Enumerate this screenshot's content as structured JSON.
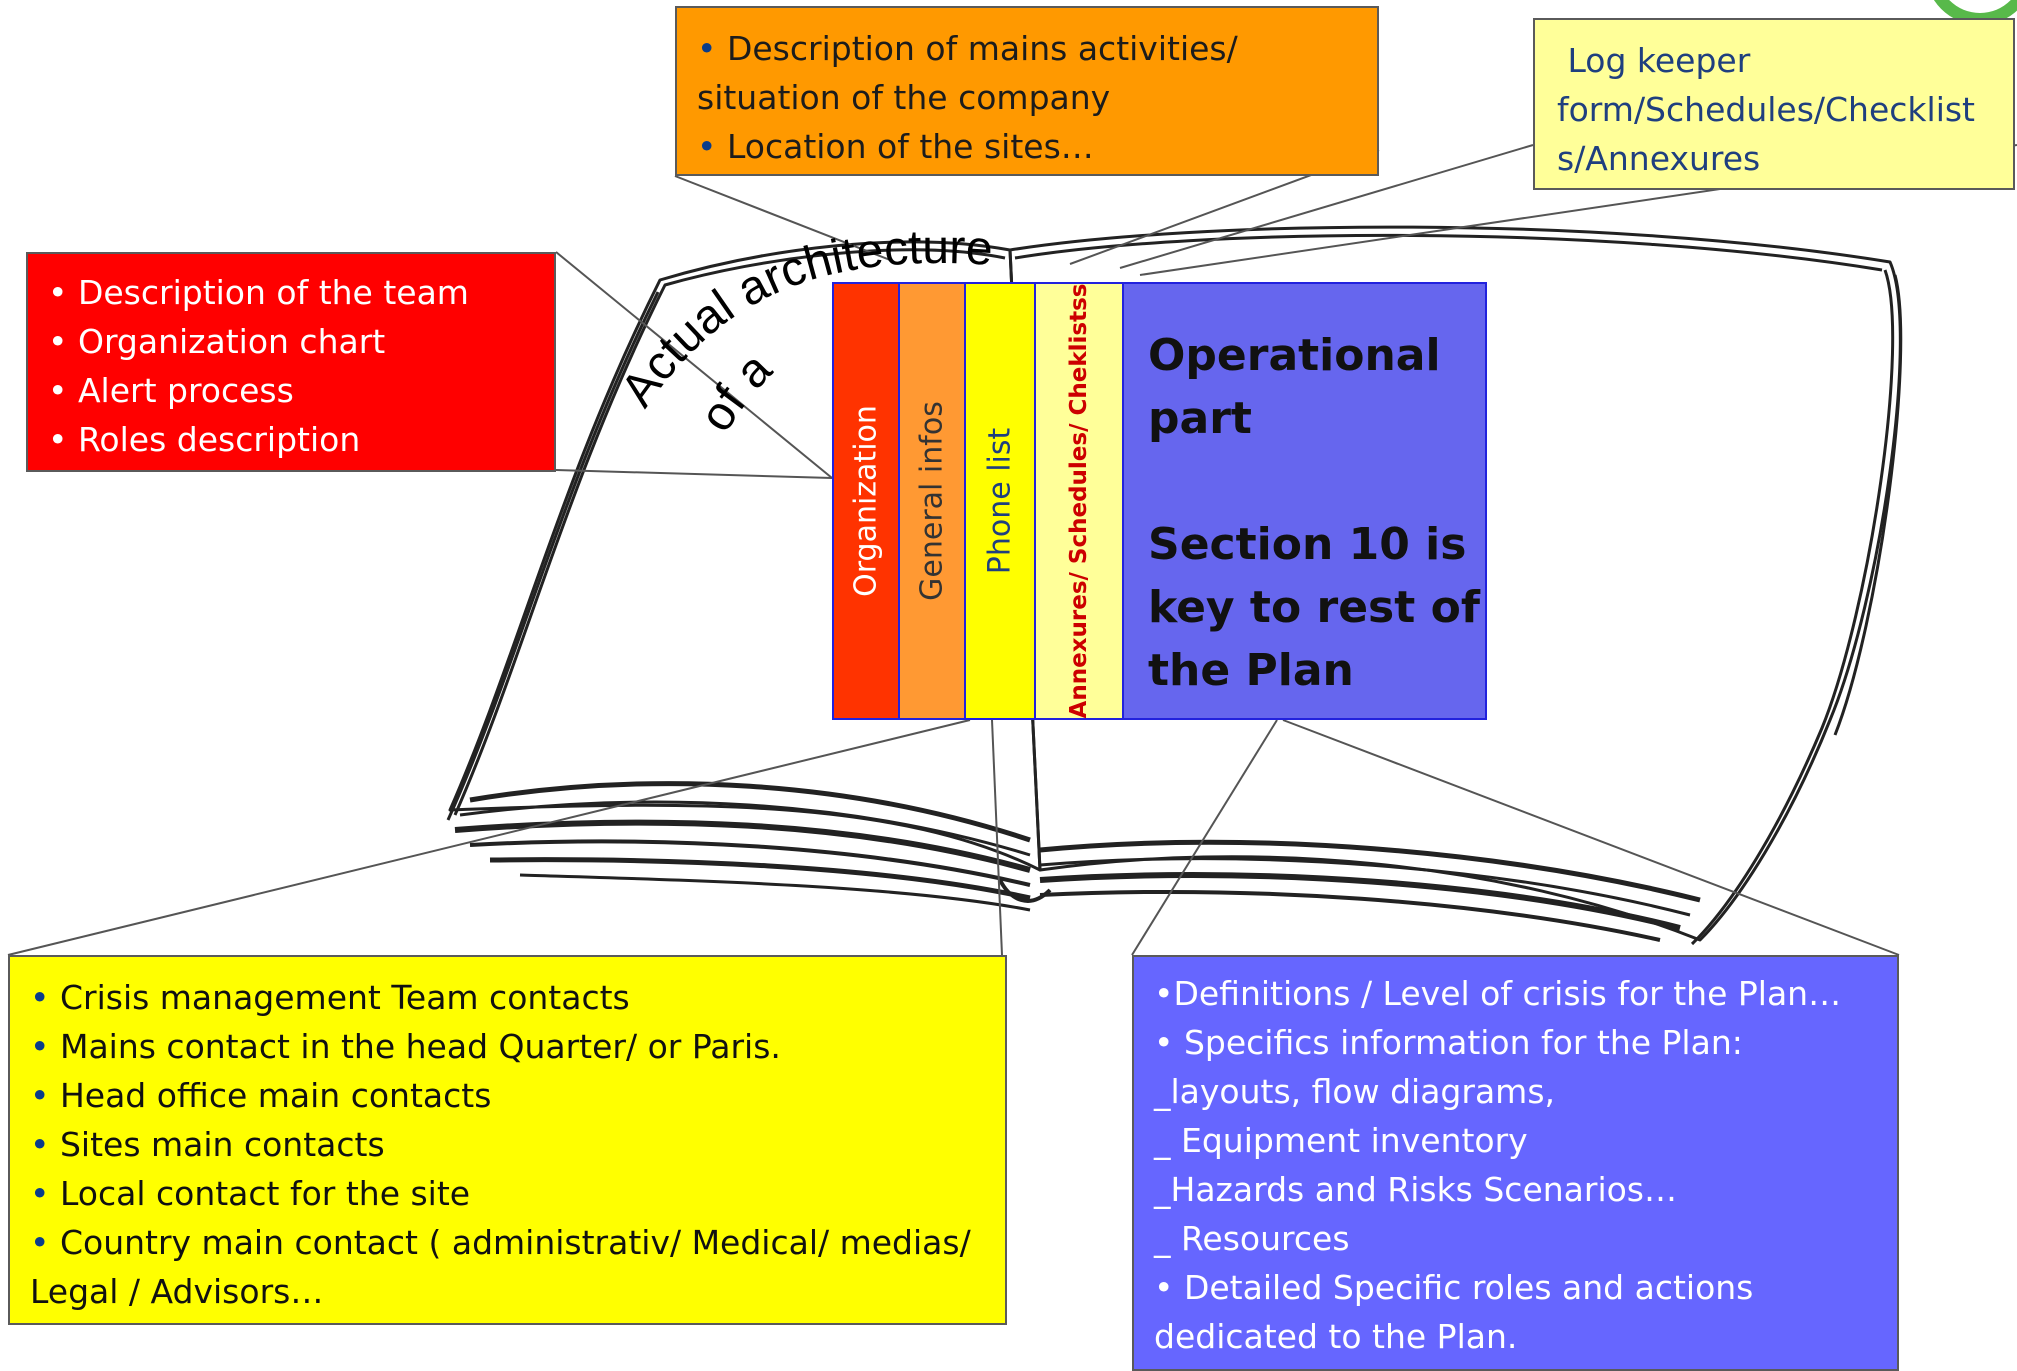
{
  "title": {
    "line1": "Actual architecture",
    "line2": "of a"
  },
  "tabs": [
    {
      "label": "Organization",
      "color": "#ff3300"
    },
    {
      "label": "General infos",
      "color": "#ff9933"
    },
    {
      "label": "Phone list",
      "color": "#ffff00"
    },
    {
      "label": "Annexures/ Schedules/ Cheklistss",
      "color": "#ffff99"
    }
  ],
  "operational": {
    "lines": [
      "Operational",
      "part",
      "",
      "Section 10 is",
      "key to rest of",
      "the Plan"
    ]
  },
  "organization_box": {
    "items": [
      "Description of the team",
      "Organization chart",
      "Alert process",
      "Roles description"
    ]
  },
  "general_box": {
    "items": [
      "Description of mains activities/",
      "situation of the company",
      "Location of the sites…"
    ]
  },
  "log_box": {
    "lines": [
      " Log keeper",
      "form/Schedules/Checklist",
      "s/Annexures"
    ]
  },
  "phone_box": {
    "items": [
      "Crisis management Team contacts",
      "Mains contact in the head Quarter/ or Paris.",
      "Head office main contacts",
      "Sites main contacts",
      "Local contact for the site",
      "Country main contact ( administrativ/ Medical/ medias/",
      "Legal / Advisors…"
    ]
  },
  "ops_box": {
    "items": [
      "•Definitions / Level of crisis for the Plan…",
      "• Specifics information for the Plan:",
      "_layouts, flow diagrams,",
      "_ Equipment inventory",
      "_Hazards and Risks Scenarios…",
      "_ Resources",
      "• Detailed Specific roles and actions",
      "dedicated to the Plan."
    ]
  },
  "colors": {
    "red": "#ff0000",
    "orange": "#ff9900",
    "pale_yellow": "#ffff99",
    "yellow": "#ffff00",
    "blue": "#6666ff",
    "tab_border": "#2222dd"
  }
}
